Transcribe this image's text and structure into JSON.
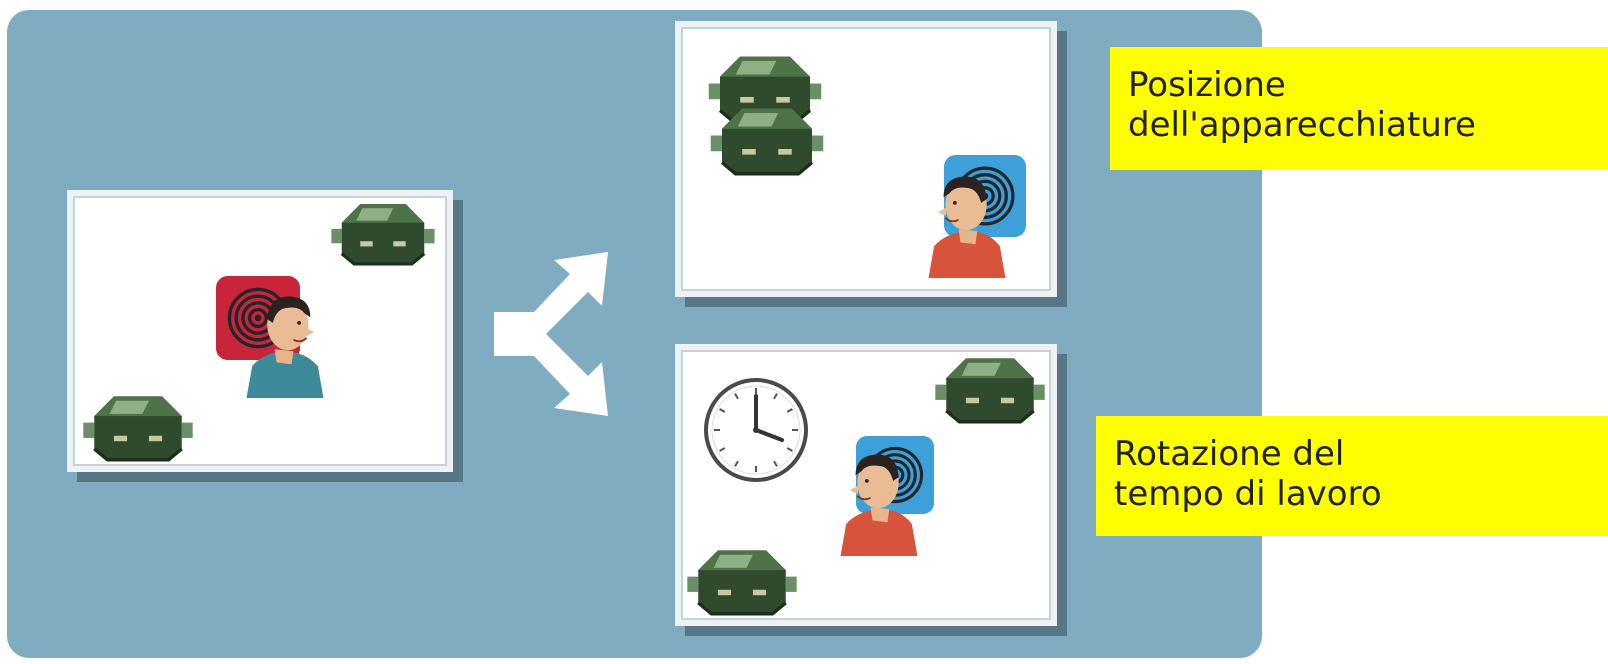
{
  "labels": {
    "equipment_position": [
      "Posizione",
      "dell'apparecchiature"
    ],
    "work_time_rotation": [
      "Rotazione del",
      "tempo di lavoro"
    ]
  },
  "colors": {
    "backdrop": "#7facc1",
    "label_background": "#ffff00",
    "noise_source_initial": "#c8243a",
    "noise_source_after": "#3ea0d8",
    "machine": "#2f4a2c",
    "arrow": "#ffffff"
  },
  "icons": {
    "machine": "machine-icon",
    "worker": "worker-icon",
    "noise_source": "noise-source-icon",
    "clock": "clock-icon",
    "split_arrow": "split-arrow-icon"
  }
}
